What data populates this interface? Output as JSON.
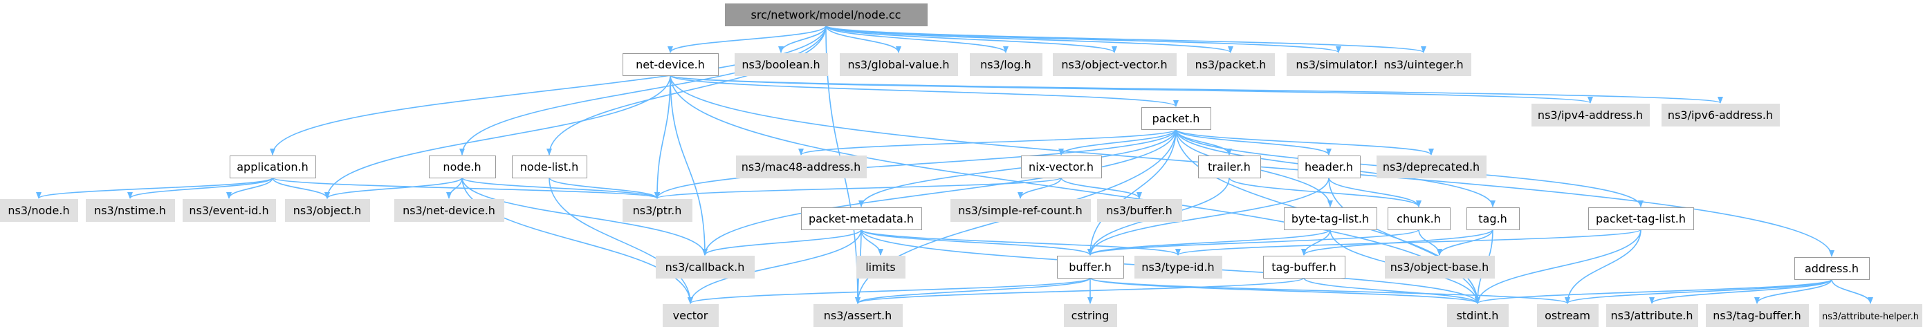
{
  "colors": {
    "root_fill": "#999999",
    "local_fill": "#ffffff",
    "external_fill": "#e0e0e0",
    "border": "#999999",
    "edge": "#63b8ff"
  },
  "nodes": [
    {
      "id": "node_cc",
      "label": "src/network/model/node.cc",
      "kind": "root"
    },
    {
      "id": "net_device_h",
      "label": "net-device.h",
      "kind": "local"
    },
    {
      "id": "ns3_boolean_h",
      "label": "ns3/boolean.h",
      "kind": "external"
    },
    {
      "id": "ns3_global_value_h",
      "label": "ns3/global-value.h",
      "kind": "external"
    },
    {
      "id": "ns3_log_h",
      "label": "ns3/log.h",
      "kind": "external"
    },
    {
      "id": "ns3_object_vector_h",
      "label": "ns3/object-vector.h",
      "kind": "external"
    },
    {
      "id": "ns3_packet_h",
      "label": "ns3/packet.h",
      "kind": "external"
    },
    {
      "id": "ns3_simulator_h",
      "label": "ns3/simulator.h",
      "kind": "external"
    },
    {
      "id": "ns3_uinteger_h",
      "label": "ns3/uinteger.h",
      "kind": "external"
    },
    {
      "id": "ns3_ipv4_address_h",
      "label": "ns3/ipv4-address.h",
      "kind": "external"
    },
    {
      "id": "ns3_ipv6_address_h",
      "label": "ns3/ipv6-address.h",
      "kind": "external"
    },
    {
      "id": "packet_h",
      "label": "packet.h",
      "kind": "local"
    },
    {
      "id": "application_h",
      "label": "application.h",
      "kind": "local"
    },
    {
      "id": "node_h",
      "label": "node.h",
      "kind": "local"
    },
    {
      "id": "node_list_h",
      "label": "node-list.h",
      "kind": "local"
    },
    {
      "id": "ns3_mac48_address_h",
      "label": "ns3/mac48-address.h",
      "kind": "external"
    },
    {
      "id": "nix_vector_h",
      "label": "nix-vector.h",
      "kind": "local"
    },
    {
      "id": "trailer_h",
      "label": "trailer.h",
      "kind": "local"
    },
    {
      "id": "header_h",
      "label": "header.h",
      "kind": "local"
    },
    {
      "id": "ns3_deprecated_h",
      "label": "ns3/deprecated.h",
      "kind": "external"
    },
    {
      "id": "ns3_node_h",
      "label": "ns3/node.h",
      "kind": "external"
    },
    {
      "id": "ns3_nstime_h",
      "label": "ns3/nstime.h",
      "kind": "external"
    },
    {
      "id": "ns3_event_id_h",
      "label": "ns3/event-id.h",
      "kind": "external"
    },
    {
      "id": "ns3_object_h",
      "label": "ns3/object.h",
      "kind": "external"
    },
    {
      "id": "ns3_net_device_h",
      "label": "ns3/net-device.h",
      "kind": "external"
    },
    {
      "id": "ns3_ptr_h",
      "label": "ns3/ptr.h",
      "kind": "external"
    },
    {
      "id": "ns3_simple_ref_count_h",
      "label": "ns3/simple-ref-count.h",
      "kind": "external"
    },
    {
      "id": "ns3_buffer_h",
      "label": "ns3/buffer.h",
      "kind": "external"
    },
    {
      "id": "packet_metadata_h",
      "label": "packet-metadata.h",
      "kind": "local"
    },
    {
      "id": "byte_tag_list_h",
      "label": "byte-tag-list.h",
      "kind": "local"
    },
    {
      "id": "chunk_h",
      "label": "chunk.h",
      "kind": "local"
    },
    {
      "id": "tag_h",
      "label": "tag.h",
      "kind": "local"
    },
    {
      "id": "packet_tag_list_h",
      "label": "packet-tag-list.h",
      "kind": "local"
    },
    {
      "id": "address_h",
      "label": "address.h",
      "kind": "local"
    },
    {
      "id": "ns3_callback_h",
      "label": "ns3/callback.h",
      "kind": "external"
    },
    {
      "id": "limits",
      "label": "limits",
      "kind": "external"
    },
    {
      "id": "buffer_h",
      "label": "buffer.h",
      "kind": "local"
    },
    {
      "id": "ns3_type_id_h",
      "label": "ns3/type-id.h",
      "kind": "external"
    },
    {
      "id": "tag_buffer_h",
      "label": "tag-buffer.h",
      "kind": "local"
    },
    {
      "id": "ns3_object_base_h",
      "label": "ns3/object-base.h",
      "kind": "external"
    },
    {
      "id": "vector",
      "label": "vector",
      "kind": "external"
    },
    {
      "id": "ns3_assert_h",
      "label": "ns3/assert.h",
      "kind": "external"
    },
    {
      "id": "cstring",
      "label": "cstring",
      "kind": "external"
    },
    {
      "id": "stdint_h",
      "label": "stdint.h",
      "kind": "external"
    },
    {
      "id": "ostream",
      "label": "ostream",
      "kind": "external"
    },
    {
      "id": "ns3_attribute_h",
      "label": "ns3/attribute.h",
      "kind": "external"
    },
    {
      "id": "ns3_tag_buffer_h",
      "label": "ns3/tag-buffer.h",
      "kind": "external"
    },
    {
      "id": "ns3_attribute_helper_h",
      "label": "ns3/attribute-helper.h",
      "kind": "external"
    }
  ],
  "edges": [
    [
      "node_cc",
      "net_device_h"
    ],
    [
      "node_cc",
      "ns3_boolean_h"
    ],
    [
      "node_cc",
      "ns3_global_value_h"
    ],
    [
      "node_cc",
      "ns3_log_h"
    ],
    [
      "node_cc",
      "ns3_object_vector_h"
    ],
    [
      "node_cc",
      "ns3_packet_h"
    ],
    [
      "node_cc",
      "ns3_simulator_h"
    ],
    [
      "node_cc",
      "ns3_uinteger_h"
    ],
    [
      "node_cc",
      "application_h"
    ],
    [
      "node_cc",
      "node_h"
    ],
    [
      "node_cc",
      "node_list_h"
    ],
    [
      "node_cc",
      "ns3_assert_h"
    ],
    [
      "net_device_h",
      "ns3_ipv4_address_h"
    ],
    [
      "net_device_h",
      "ns3_ipv6_address_h"
    ],
    [
      "net_device_h",
      "packet_h"
    ],
    [
      "net_device_h",
      "address_h"
    ],
    [
      "net_device_h",
      "ns3_object_h"
    ],
    [
      "net_device_h",
      "ns3_ptr_h"
    ],
    [
      "net_device_h",
      "ns3_callback_h"
    ],
    [
      "net_device_h",
      "stdint_h"
    ],
    [
      "packet_h",
      "ns3_mac48_address_h"
    ],
    [
      "packet_h",
      "nix_vector_h"
    ],
    [
      "packet_h",
      "trailer_h"
    ],
    [
      "packet_h",
      "header_h"
    ],
    [
      "packet_h",
      "ns3_deprecated_h"
    ],
    [
      "packet_h",
      "packet_metadata_h"
    ],
    [
      "packet_h",
      "byte_tag_list_h"
    ],
    [
      "packet_h",
      "tag_h"
    ],
    [
      "packet_h",
      "packet_tag_list_h"
    ],
    [
      "packet_h",
      "buffer_h"
    ],
    [
      "packet_h",
      "ns3_ptr_h"
    ],
    [
      "packet_h",
      "ns3_callback_h"
    ],
    [
      "packet_h",
      "ns3_assert_h"
    ],
    [
      "packet_h",
      "stdint_h"
    ],
    [
      "application_h",
      "ns3_node_h"
    ],
    [
      "application_h",
      "ns3_nstime_h"
    ],
    [
      "application_h",
      "ns3_event_id_h"
    ],
    [
      "application_h",
      "ns3_object_h"
    ],
    [
      "application_h",
      "ns3_ptr_h"
    ],
    [
      "node_h",
      "ns3_object_h"
    ],
    [
      "node_h",
      "ns3_net_device_h"
    ],
    [
      "node_h",
      "ns3_ptr_h"
    ],
    [
      "node_h",
      "ns3_callback_h"
    ],
    [
      "node_h",
      "vector"
    ],
    [
      "node_list_h",
      "ns3_ptr_h"
    ],
    [
      "node_list_h",
      "vector"
    ],
    [
      "nix_vector_h",
      "ns3_simple_ref_count_h"
    ],
    [
      "nix_vector_h",
      "ns3_buffer_h"
    ],
    [
      "nix_vector_h",
      "ns3_ptr_h"
    ],
    [
      "trailer_h",
      "chunk_h"
    ],
    [
      "trailer_h",
      "buffer_h"
    ],
    [
      "header_h",
      "chunk_h"
    ],
    [
      "header_h",
      "buffer_h"
    ],
    [
      "header_h",
      "stdint_h"
    ],
    [
      "packet_metadata_h",
      "ns3_callback_h"
    ],
    [
      "packet_metadata_h",
      "limits"
    ],
    [
      "packet_metadata_h",
      "buffer_h"
    ],
    [
      "packet_metadata_h",
      "ns3_type_id_h"
    ],
    [
      "packet_metadata_h",
      "vector"
    ],
    [
      "packet_metadata_h",
      "ns3_assert_h"
    ],
    [
      "packet_metadata_h",
      "stdint_h"
    ],
    [
      "byte_tag_list_h",
      "buffer_h"
    ],
    [
      "byte_tag_list_h",
      "tag_buffer_h"
    ],
    [
      "byte_tag_list_h",
      "stdint_h"
    ],
    [
      "chunk_h",
      "buffer_h"
    ],
    [
      "chunk_h",
      "ns3_object_base_h"
    ],
    [
      "tag_h",
      "tag_buffer_h"
    ],
    [
      "tag_h",
      "ns3_object_base_h"
    ],
    [
      "tag_h",
      "stdint_h"
    ],
    [
      "packet_tag_list_h",
      "ns3_type_id_h"
    ],
    [
      "packet_tag_list_h",
      "ostream"
    ],
    [
      "packet_tag_list_h",
      "stdint_h"
    ],
    [
      "address_h",
      "ostream"
    ],
    [
      "address_h",
      "ns3_attribute_h"
    ],
    [
      "address_h",
      "ns3_tag_buffer_h"
    ],
    [
      "address_h",
      "ns3_attribute_helper_h"
    ],
    [
      "address_h",
      "stdint_h"
    ],
    [
      "buffer_h",
      "vector"
    ],
    [
      "buffer_h",
      "ns3_assert_h"
    ],
    [
      "buffer_h",
      "cstring"
    ],
    [
      "buffer_h",
      "stdint_h"
    ],
    [
      "buffer_h",
      "ostream"
    ],
    [
      "tag_buffer_h",
      "ns3_assert_h"
    ],
    [
      "tag_buffer_h",
      "stdint_h"
    ]
  ]
}
